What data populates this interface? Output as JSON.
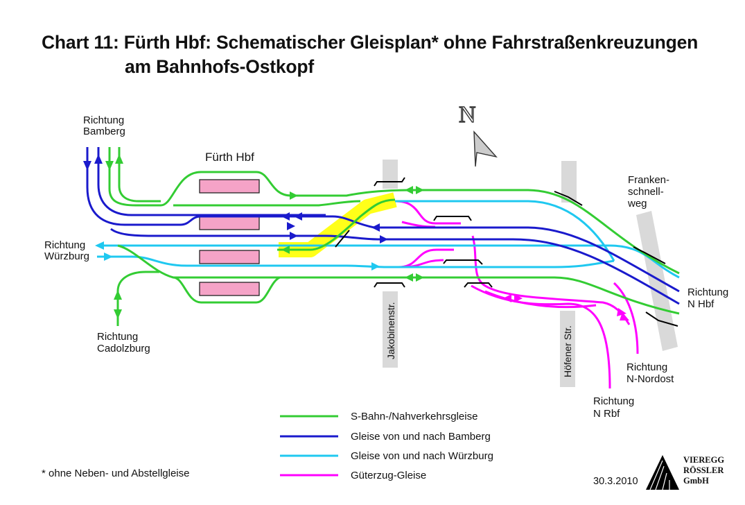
{
  "title": {
    "line1": "Chart 11: Fürth Hbf: Schematischer Gleisplan* ohne Fahrstraßenkreuzungen",
    "line2": "am Bahnhofs-Ostkopf"
  },
  "station_name": "Fürth Hbf",
  "north_arrow": {
    "letter": "N"
  },
  "directions": {
    "bamberg": {
      "line1": "Richtung",
      "line2": "Bamberg"
    },
    "wuerzburg": {
      "line1": "Richtung",
      "line2": "Würzburg"
    },
    "cadolzburg": {
      "line1": "Richtung",
      "line2": "Cadolzburg"
    },
    "n_hbf": {
      "line1": "Richtung",
      "line2": "N Hbf"
    },
    "n_nordost": {
      "line1": "Richtung",
      "line2": "N-Nordost"
    },
    "n_rbf": {
      "line1": "Richtung",
      "line2": "N Rbf"
    }
  },
  "roads": {
    "frankenschnellweg": {
      "line1": "Franken-",
      "line2": "schnell-",
      "line3": "weg"
    },
    "jakobinenstr": "Jakobinenstr.",
    "hoefener_str": "Höfener Str."
  },
  "legend": [
    {
      "color": "#33cc33",
      "label": "S-Bahn-/Nahverkehrsgleise"
    },
    {
      "color": "#1a1acc",
      "label": "Gleise von und nach Bamberg"
    },
    {
      "color": "#1fc8f0",
      "label": "Gleise von und nach Würzburg"
    },
    {
      "color": "#ff00ff",
      "label": "Güterzug-Gleise"
    }
  ],
  "colors": {
    "green": "#33cc33",
    "blue": "#1a1acc",
    "cyan": "#1fc8f0",
    "magenta": "#ff00ff",
    "platform": "#f5a3c7",
    "highlight": "#ffff00",
    "road": "#d9d9d9"
  },
  "footnote": "* ohne Neben- und Abstellgleise",
  "date": "30.3.2010",
  "logo": {
    "line1": "VIEREGG",
    "line2": "RÖSSLER",
    "line3": "GmbH"
  }
}
